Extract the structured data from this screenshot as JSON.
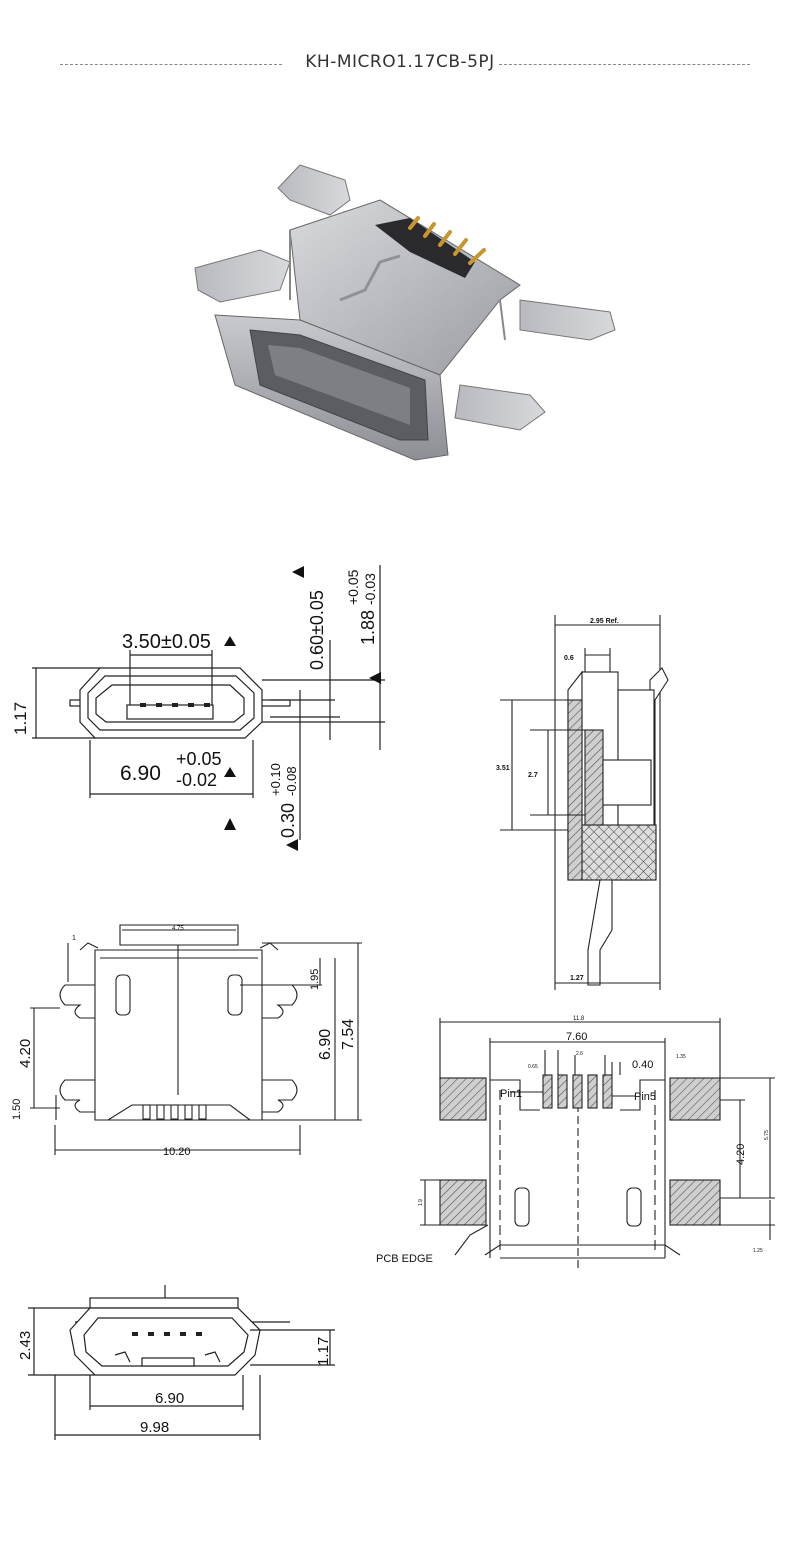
{
  "title": "KH-MICRO1.17CB-5PJ",
  "front_view": {
    "dim_350": "3.50±0.05",
    "dim_117": "1.17",
    "dim_690_base": "6.90",
    "dim_690_tol_plus": "+0.05",
    "dim_690_tol_minus": "-0.02",
    "dim_060": "0.60±0.05",
    "dim_188_base": "1.88",
    "dim_188_tol_plus": "+0.05",
    "dim_188_tol_minus": "-0.03",
    "dim_030_base": "0.30",
    "dim_030_tol_plus": "+0.10",
    "dim_030_tol_minus": "-0.08"
  },
  "side_view": {
    "dim_295": "2.95 Ref.",
    "dim_06": "0.6",
    "dim_351": "3.51",
    "dim_27": "2.7",
    "dim_127": "1.27"
  },
  "top_view": {
    "dim_475": "4.75",
    "dim_1": "1",
    "dim_195": "1.95",
    "dim_690": "6.90",
    "dim_754": "7.54",
    "dim_420": "4.20",
    "dim_150": "1.50",
    "dim_1020": "10.20"
  },
  "pcb_layout": {
    "dim_118": "11.8",
    "dim_760": "7.60",
    "dim_065": "0.65",
    "dim_26": "2.6",
    "dim_040": "0.40",
    "dim_135": "1.35",
    "pin1": "Pin1",
    "pin5": "Pin5",
    "dim_420": "4.20",
    "dim_575": "5.75",
    "dim_19": "1.9",
    "dim_125": "1.25",
    "pcb_edge": "PCB EDGE"
  },
  "bottom_view": {
    "dim_243": "2.43",
    "dim_117": "1.17",
    "dim_690": "6.90",
    "dim_998": "9.98"
  },
  "colors": {
    "line": "#222222",
    "hatch": "#555555",
    "dashed_rule": "#888888"
  }
}
